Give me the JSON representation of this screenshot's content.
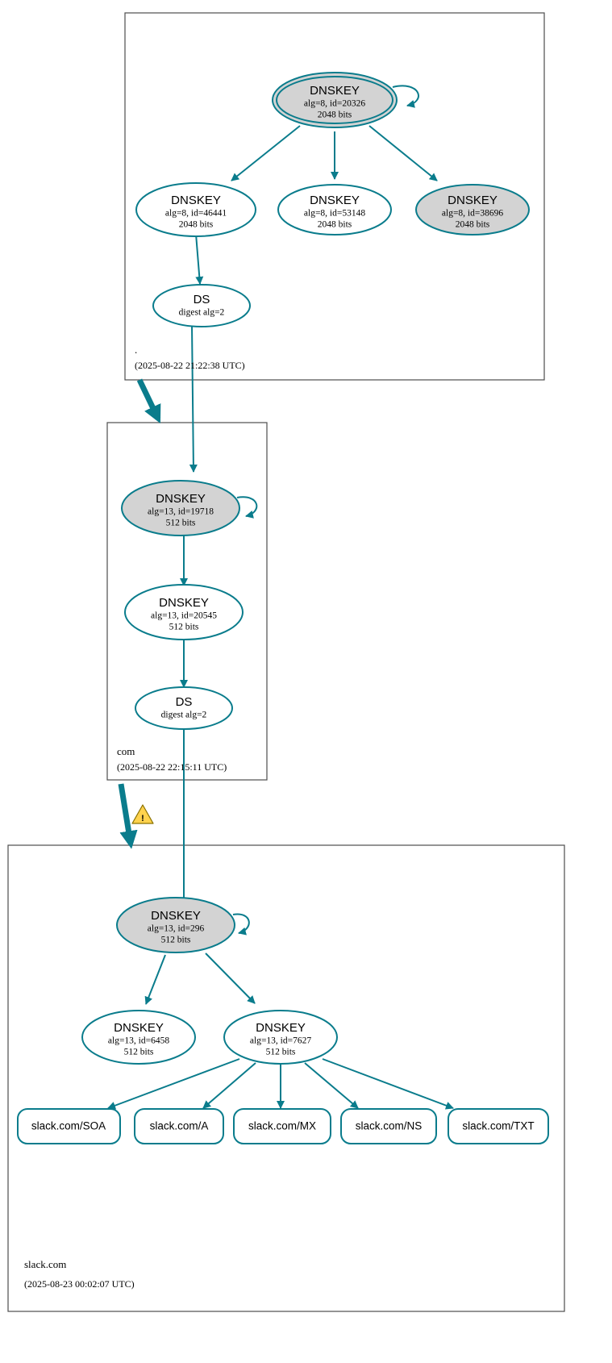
{
  "diagram": {
    "kind": "dnssec-authentication-chain",
    "colors": {
      "edge": "#0a7c8c",
      "node_stroke": "#0a7c8c",
      "secure_fill": "#d3d3d3",
      "plain_fill": "#ffffff",
      "zone_border": "#4d4d4d",
      "warning": "#ffcc00"
    }
  },
  "zones": [
    {
      "id": "root",
      "label": ".",
      "timestamp": "(2025-08-22 21:22:38 UTC)"
    },
    {
      "id": "com",
      "label": "com",
      "timestamp": "(2025-08-22 22:15:11 UTC)"
    },
    {
      "id": "slackcom",
      "label": "slack.com",
      "timestamp": "(2025-08-23 00:02:07 UTC)"
    }
  ],
  "nodes": {
    "root_ksk": {
      "title": "DNSKEY",
      "line2": "alg=8, id=20326",
      "line3": "2048 bits"
    },
    "root_zsk1": {
      "title": "DNSKEY",
      "line2": "alg=8, id=46441",
      "line3": "2048 bits"
    },
    "root_zsk2": {
      "title": "DNSKEY",
      "line2": "alg=8, id=53148",
      "line3": "2048 bits"
    },
    "root_zsk3": {
      "title": "DNSKEY",
      "line2": "alg=8, id=38696",
      "line3": "2048 bits"
    },
    "root_ds": {
      "title": "DS",
      "line2": "digest alg=2",
      "line3": ""
    },
    "com_ksk": {
      "title": "DNSKEY",
      "line2": "alg=13, id=19718",
      "line3": "512 bits"
    },
    "com_zsk": {
      "title": "DNSKEY",
      "line2": "alg=13, id=20545",
      "line3": "512 bits"
    },
    "com_ds": {
      "title": "DS",
      "line2": "digest alg=2",
      "line3": ""
    },
    "slack_ksk": {
      "title": "DNSKEY",
      "line2": "alg=13, id=296",
      "line3": "512 bits"
    },
    "slack_zsk1": {
      "title": "DNSKEY",
      "line2": "alg=13, id=6458",
      "line3": "512 bits"
    },
    "slack_zsk2": {
      "title": "DNSKEY",
      "line2": "alg=13, id=7627",
      "line3": "512 bits"
    }
  },
  "rrsets": [
    {
      "id": "soa",
      "label": "slack.com/SOA"
    },
    {
      "id": "a",
      "label": "slack.com/A"
    },
    {
      "id": "mx",
      "label": "slack.com/MX"
    },
    {
      "id": "ns",
      "label": "slack.com/NS"
    },
    {
      "id": "txt",
      "label": "slack.com/TXT"
    }
  ],
  "warning": {
    "symbol": "!",
    "name": "warning-triangle"
  }
}
